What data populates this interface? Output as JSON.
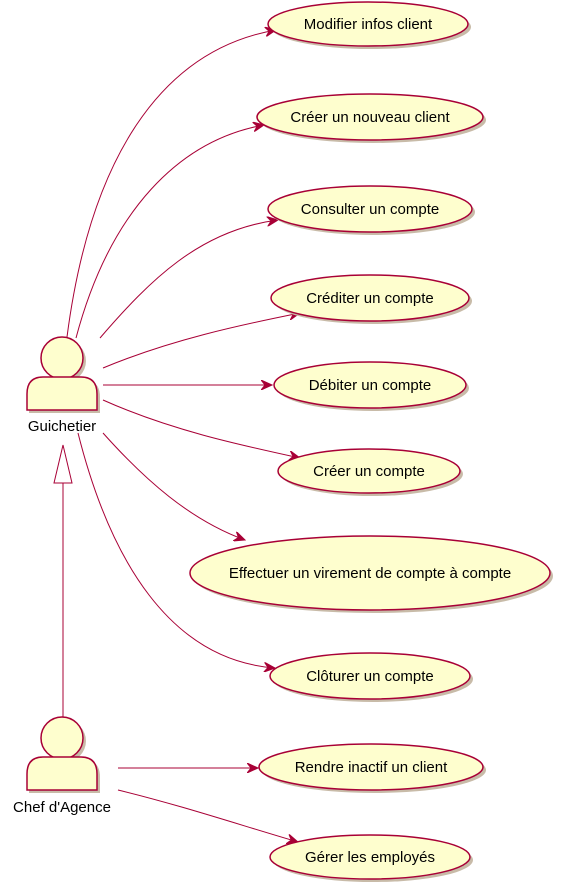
{
  "colors": {
    "usecase_fill": "#FEFECE",
    "usecase_stroke": "#A80036",
    "line": "#A80036",
    "actor_fill": "#FEFECE",
    "actor_stroke": "#A80036"
  },
  "actors": {
    "guichetier": {
      "label": "Guichetier"
    },
    "chef": {
      "label": "Chef d'Agence"
    }
  },
  "use_cases": [
    {
      "id": "modifier",
      "label": "Modifier infos client"
    },
    {
      "id": "creer-client",
      "label": "Créer un nouveau client"
    },
    {
      "id": "consulter",
      "label": "Consulter un compte"
    },
    {
      "id": "crediter",
      "label": "Créditer un compte"
    },
    {
      "id": "debiter",
      "label": "Débiter un compte"
    },
    {
      "id": "creer-compte",
      "label": "Créer un compte"
    },
    {
      "id": "virement",
      "label": "Effectuer un virement de compte à compte"
    },
    {
      "id": "cloturer",
      "label": "Clôturer un compte"
    },
    {
      "id": "inactif",
      "label": "Rendre inactif un client"
    },
    {
      "id": "gerer",
      "label": "Gérer les employés"
    }
  ]
}
